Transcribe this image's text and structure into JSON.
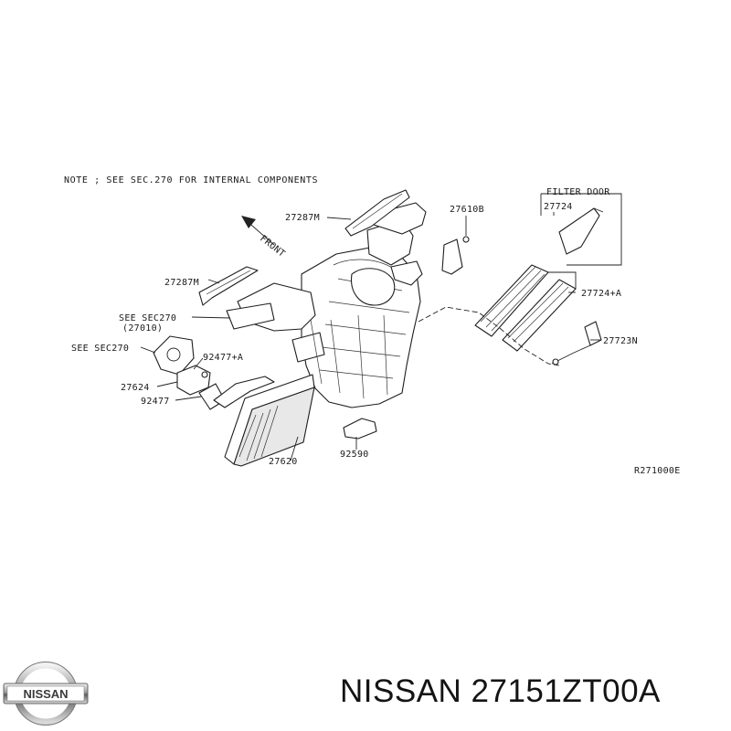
{
  "note": "NOTE ; SEE SEC.270 FOR INTERNAL COMPONENTS",
  "front_label": "FRONT",
  "filter_door_label": "FILTER DOOR",
  "ref_code": "R271000E",
  "brand": "NISSAN",
  "part_number": "NISSAN 27151ZT00A",
  "callouts": {
    "c27287m_top": "27287M",
    "c27610b": "27610B",
    "c27724": "27724",
    "c27287m_left": "27287M",
    "c27724a": "27724+A",
    "see_sec270_a": "SEE SEC270",
    "sec_sub": "(27010)",
    "c27723n": "27723N",
    "see_sec270_b": "SEE SEC270",
    "c92477a": "92477+A",
    "c27624": "27624",
    "c92477": "92477",
    "c27620": "27620",
    "c92590": "92590"
  }
}
